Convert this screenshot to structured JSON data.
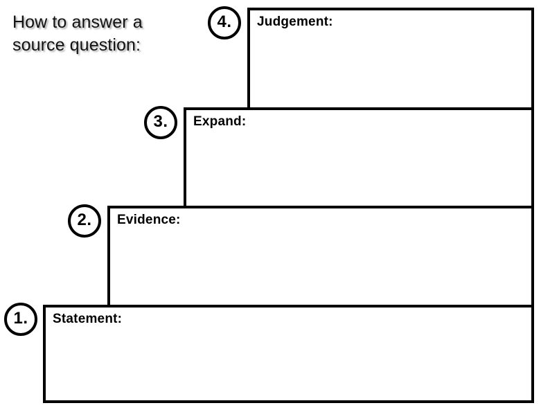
{
  "page": {
    "title_line1": "How to answer a",
    "title_line2": "source question:",
    "title": "How to answer a\nsource question:",
    "background_color": "#ffffff",
    "ink_color": "#000000",
    "title_shadow_color": "#646464"
  },
  "steps": [
    {
      "number": "1.",
      "label": "Statement:",
      "answer_text": ""
    },
    {
      "number": "2.",
      "label": "Evidence:",
      "answer_text": ""
    },
    {
      "number": "3.",
      "label": "Expand:",
      "answer_text": ""
    },
    {
      "number": "4.",
      "label": "Judgement:",
      "answer_text": ""
    }
  ]
}
